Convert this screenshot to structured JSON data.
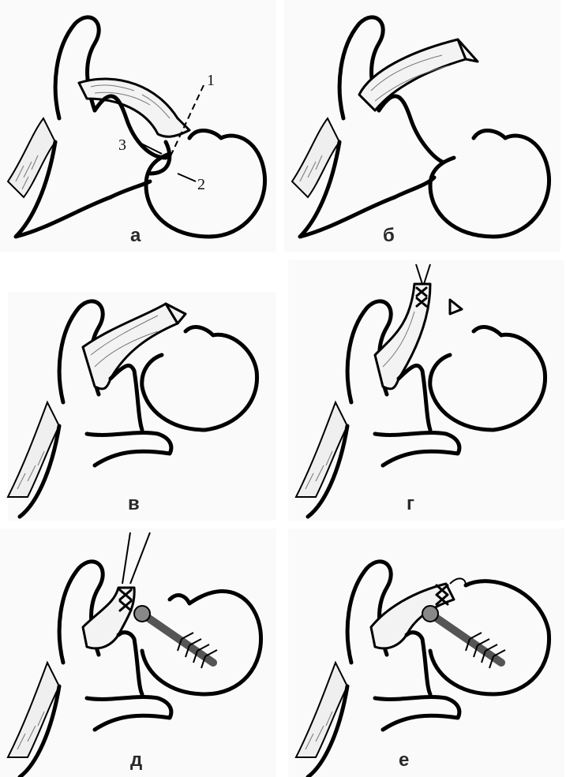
{
  "panels": [
    {
      "id": "a",
      "label": "а",
      "callouts": [
        "1",
        "2",
        "3"
      ]
    },
    {
      "id": "b",
      "label": "б"
    },
    {
      "id": "v",
      "label": "в"
    },
    {
      "id": "g",
      "label": "г"
    },
    {
      "id": "d",
      "label": "д"
    },
    {
      "id": "e",
      "label": "е"
    }
  ]
}
